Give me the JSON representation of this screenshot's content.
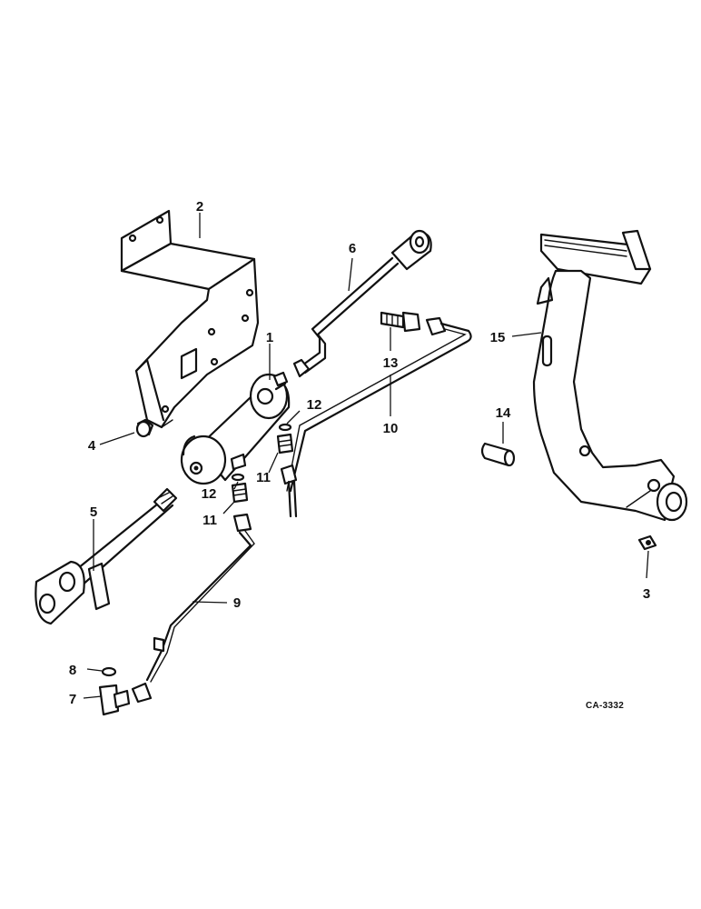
{
  "callouts": [
    "1",
    "2",
    "3",
    "4",
    "5",
    "6",
    "7",
    "8",
    "9",
    "10",
    "11",
    "11",
    "12",
    "12",
    "13",
    "14",
    "15"
  ],
  "drawing_code": "CA-3332"
}
